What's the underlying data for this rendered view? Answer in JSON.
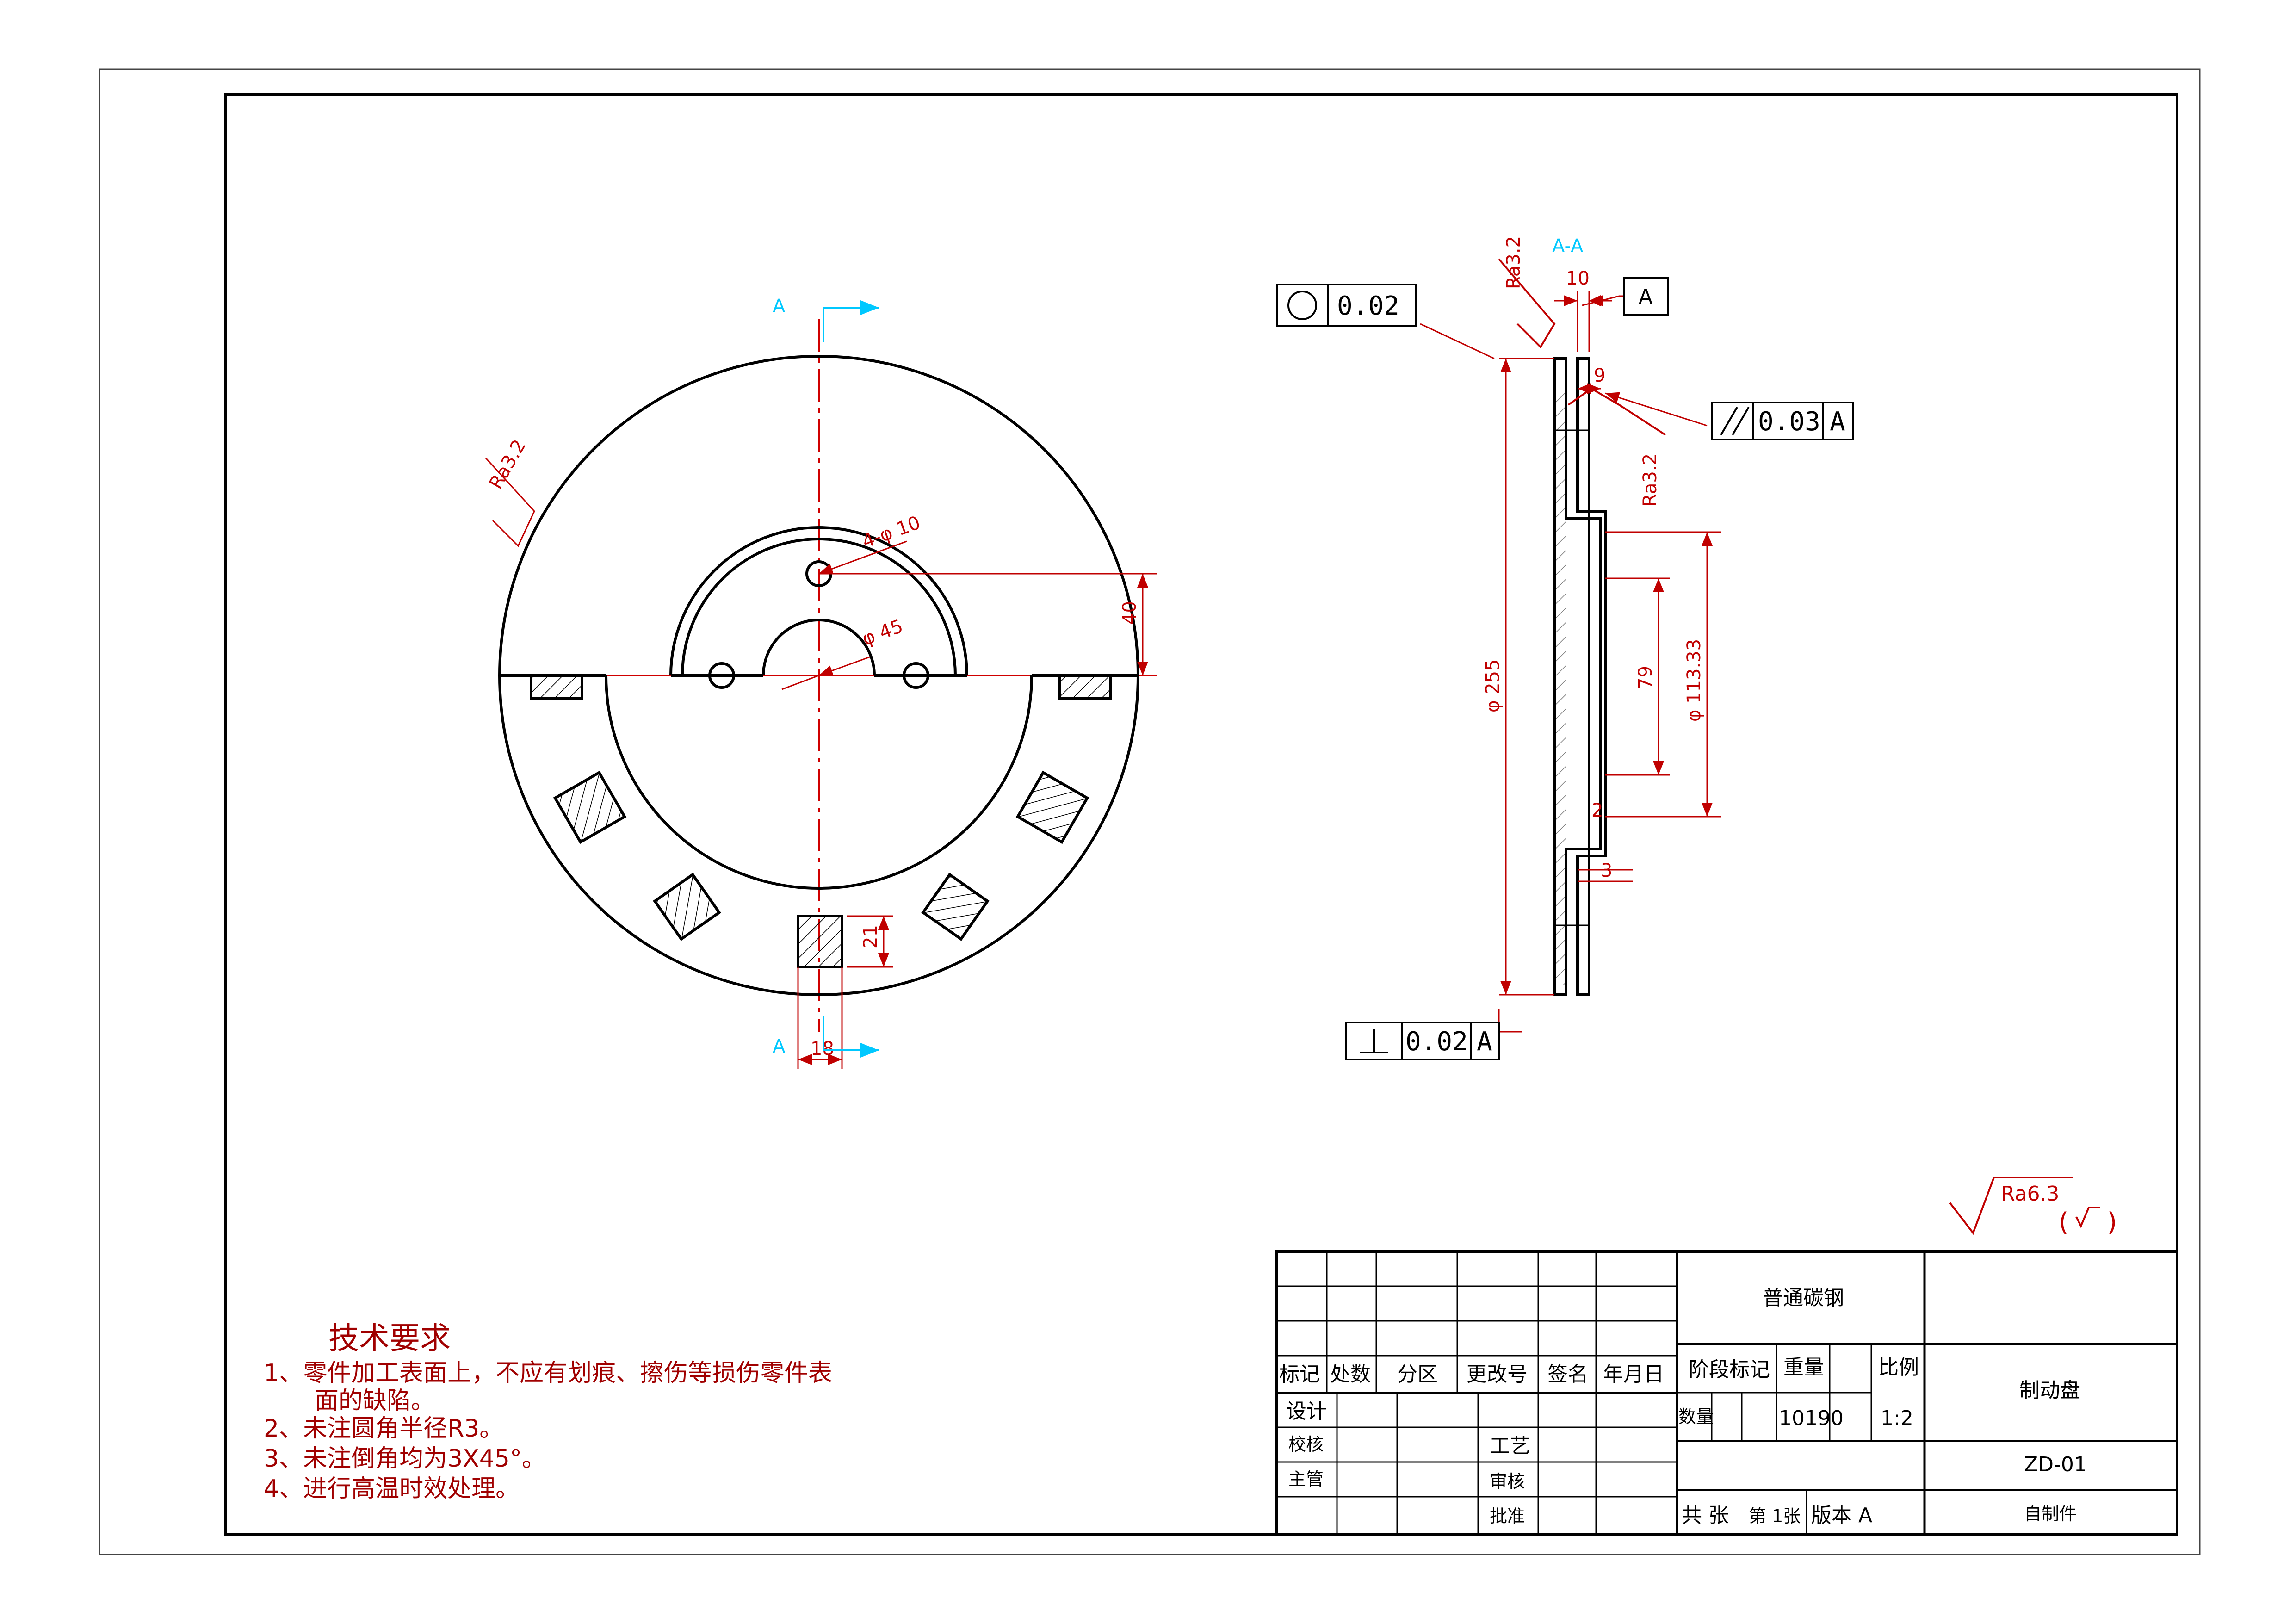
{
  "colors": {
    "outline": "#000000",
    "dimension": "#c00000",
    "centerline": "#d00000",
    "section_marker": "#00c8ff"
  },
  "front_view": {
    "section_label_top": "A",
    "section_label_bottom": "A",
    "dim_holes": "4-φ 10",
    "dim_bore": "φ 45",
    "dim_hole_offset": "40",
    "dim_slot_height": "21",
    "dim_slot_width": "18",
    "roughness": "Ra3.2"
  },
  "section_view": {
    "title": "A-A",
    "roughness_top": "Ra3.2",
    "roughness_side": "Ra3.2",
    "dim_thickness": "10",
    "dim_rim": "9",
    "dim_outer_dia": "φ 255",
    "dim_hub_dia": "φ 113.33",
    "dim_inner": "79",
    "dim_small_a": "2",
    "dim_small_b": "3",
    "datum": "A",
    "fcf_circularity": {
      "value": "0.02"
    },
    "fcf_parallel": {
      "value": "0.03",
      "datum": "A"
    },
    "fcf_perpendicular": {
      "value": "0.02",
      "datum": "A"
    }
  },
  "general_roughness": {
    "value": "Ra6.3"
  },
  "requirements": {
    "title": "技术要求",
    "lines": [
      "1、零件加工表面上，不应有划痕、擦伤等损伤零件表",
      "面的缺陷。",
      "2、未注圆角半径R3。",
      "3、未注倒角均为3X45°。",
      "4、进行高温时效处理。"
    ]
  },
  "title_block": {
    "material": "普通碳钢",
    "part_name": "制动盘",
    "drawing_no": "ZD-01",
    "source": "自制件",
    "header_labels": [
      "标记",
      "处数",
      "分区",
      "更改号",
      "签名",
      "年月日"
    ],
    "stage_label": "阶段标记",
    "weight_label": "重量",
    "scale_label": "比例",
    "qty_label": "数量",
    "weight": "10190",
    "scale": "1:2",
    "design": "设计",
    "check": "校核",
    "process": "工艺",
    "chief": "主管",
    "review": "审核",
    "approve": "批准",
    "sheets_total": "共 张",
    "sheet_no": "第 1张",
    "version": "版本 A"
  }
}
